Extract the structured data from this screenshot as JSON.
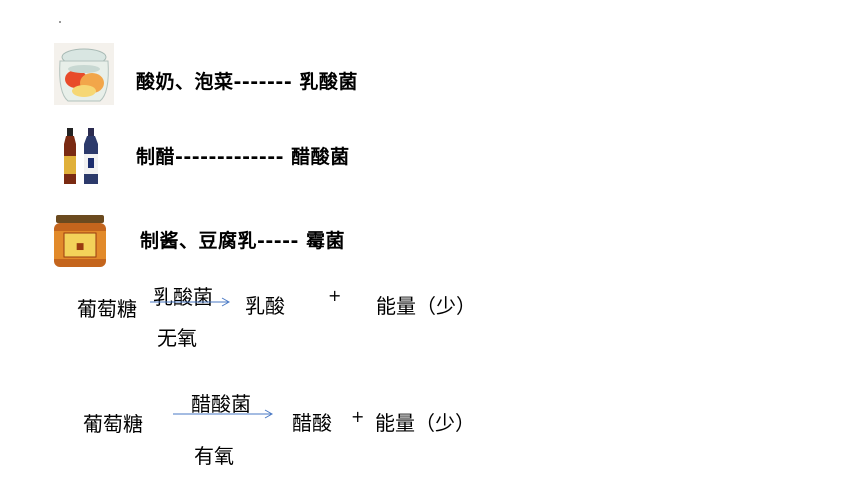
{
  "rows": [
    {
      "text": "酸奶、泡菜------- 乳酸菌",
      "image": "kimchi-jar"
    },
    {
      "text": "制醋------------- 醋酸菌",
      "image": "vinegar-bottles"
    },
    {
      "text": "制酱、豆腐乳----- 霉菌",
      "image": "sauce-jar"
    }
  ],
  "equations": [
    {
      "reactant": "葡萄糖",
      "above": "乳酸菌",
      "below": "无氧",
      "product": "乳酸",
      "plus": "+",
      "energy": "能量（少）"
    },
    {
      "reactant": "葡萄糖",
      "above": "醋酸菌",
      "below": "有氧",
      "product": "醋酸",
      "plus": "+",
      "energy": "能量（少）"
    }
  ],
  "colors": {
    "arrow": "#4a79c4",
    "text": "#000000"
  }
}
